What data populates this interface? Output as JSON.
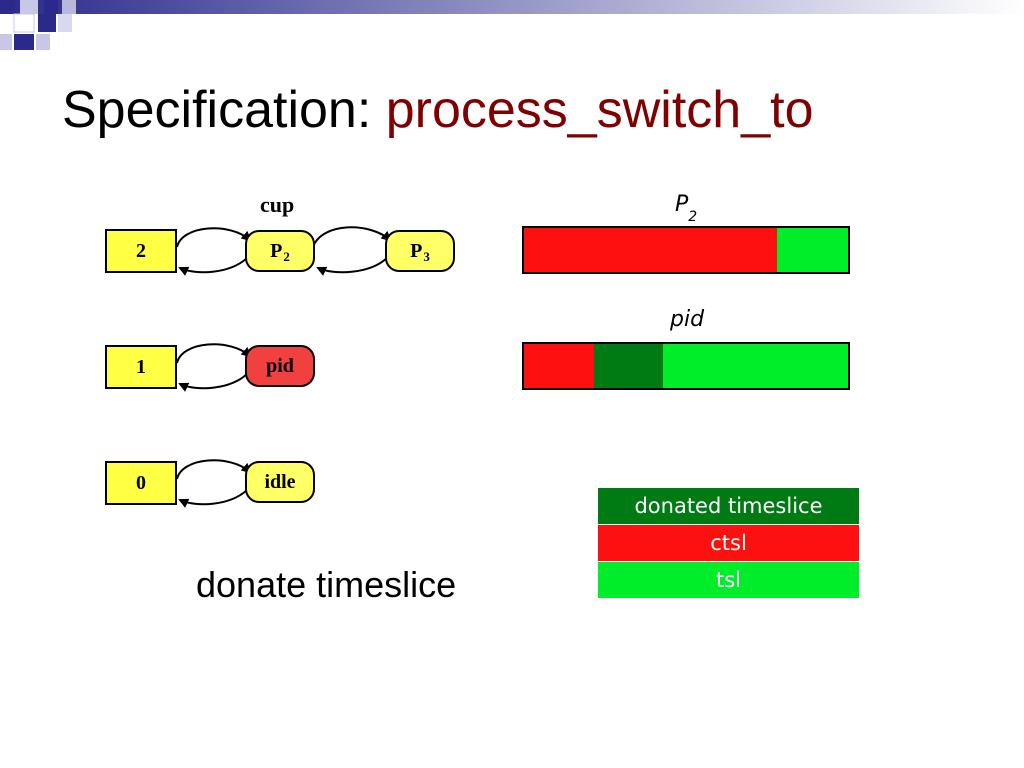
{
  "title": {
    "prefix": "Specification: ",
    "function_name": "process_switch_to"
  },
  "queues": [
    {
      "priority": "2",
      "processes": [
        {
          "name": "P",
          "sub": "2",
          "color": "#ffff66"
        },
        {
          "name": "P",
          "sub": "3",
          "color": "#ffff66"
        }
      ]
    },
    {
      "priority": "1",
      "processes": [
        {
          "name": "pid",
          "sub": "",
          "color": "#f04040"
        }
      ]
    },
    {
      "priority": "0",
      "processes": [
        {
          "name": "idle",
          "sub": "",
          "color": "#ffff66"
        }
      ]
    }
  ],
  "cup_label": "cup",
  "timeslice_bars": [
    {
      "label": "P",
      "label_sub": "2",
      "segments": [
        {
          "kind": "ctsl",
          "fraction": 0.78
        },
        {
          "kind": "tsl",
          "fraction": 0.22
        }
      ]
    },
    {
      "label": "pid",
      "label_sub": "",
      "segments": [
        {
          "kind": "ctsl",
          "fraction": 0.215
        },
        {
          "kind": "donated",
          "fraction": 0.215
        },
        {
          "kind": "tsl",
          "fraction": 0.57
        }
      ]
    }
  ],
  "legend": [
    {
      "kind": "donated",
      "label": "donated timeslice",
      "color": "#007a12"
    },
    {
      "kind": "ctsl",
      "label": "ctsl",
      "color": "#ff1010"
    },
    {
      "kind": "tsl",
      "label": "tsl",
      "color": "#00ee2a"
    }
  ],
  "caption": "donate timeslice",
  "colors": {
    "ctsl": "#ff1010",
    "donated": "#007a12",
    "tsl": "#00ee2a",
    "title_accent": "#7f0000",
    "queue_box": "#ffff44"
  }
}
